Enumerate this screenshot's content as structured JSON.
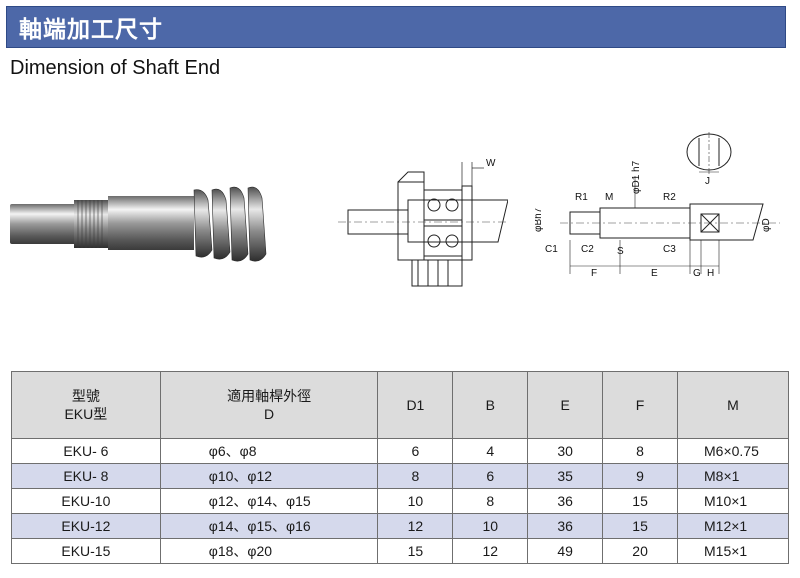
{
  "header": {
    "title": "軸端加工尺寸",
    "subtitle": "Dimension of Shaft End"
  },
  "diagram_a": {
    "labels": {
      "w": "W"
    }
  },
  "diagram_b": {
    "labels": {
      "r1": "R1",
      "m": "M",
      "d1": "φD1 h7",
      "r2": "R2",
      "j": "J",
      "b": "φBh7",
      "c1": "C1",
      "c2": "C2",
      "s": "S",
      "c3": "C3",
      "d": "φD",
      "f": "F",
      "e": "E",
      "g": "G",
      "h": "H"
    }
  },
  "table": {
    "headers": {
      "type_zh": "型號",
      "type_en": "EKU型",
      "shaft_zh": "適用軸桿外徑",
      "shaft_en": "D",
      "d1": "D1",
      "b": "B",
      "e": "E",
      "f": "F",
      "m": "M"
    },
    "rows": [
      {
        "type": "EKU- 6",
        "d": "φ6、φ8",
        "d1": "6",
        "b": "4",
        "e": "30",
        "f": "8",
        "m": "M6×0.75"
      },
      {
        "type": "EKU- 8",
        "d": "φ10、φ12",
        "d1": "8",
        "b": "6",
        "e": "35",
        "f": "9",
        "m": "M8×1"
      },
      {
        "type": "EKU-10",
        "d": "φ12、φ14、φ15",
        "d1": "10",
        "b": "8",
        "e": "36",
        "f": "15",
        "m": "M10×1"
      },
      {
        "type": "EKU-12",
        "d": "φ14、φ15、φ16",
        "d1": "12",
        "b": "10",
        "e": "36",
        "f": "15",
        "m": "M12×1"
      },
      {
        "type": "EKU-15",
        "d": "φ18、φ20",
        "d1": "15",
        "b": "12",
        "e": "49",
        "f": "20",
        "m": "M15×1"
      }
    ]
  },
  "colors": {
    "title_bar": "#4d68a8",
    "row_alt": "#d5d9ec",
    "header_bg": "#dcdcdc"
  }
}
